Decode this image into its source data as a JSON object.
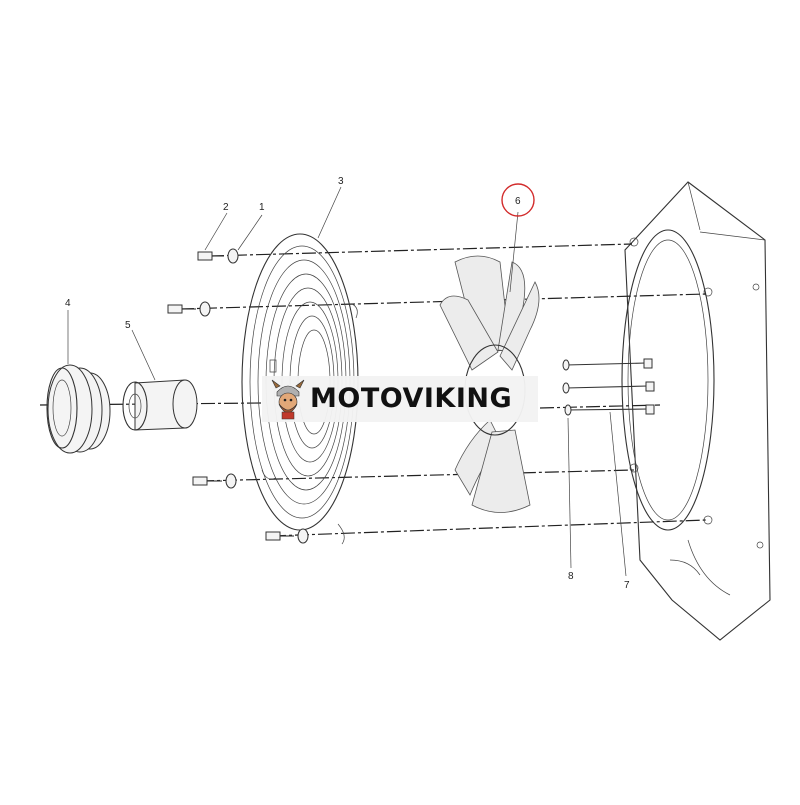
{
  "diagram": {
    "callouts": [
      {
        "id": "1",
        "label": "1",
        "part": "washer"
      },
      {
        "id": "2",
        "label": "2",
        "part": "bolt"
      },
      {
        "id": "3",
        "label": "3",
        "part": "fan guard"
      },
      {
        "id": "4",
        "label": "4",
        "part": "pulley"
      },
      {
        "id": "5",
        "label": "5",
        "part": "spacer"
      },
      {
        "id": "6",
        "label": "6",
        "part": "fan",
        "highlighted": true
      },
      {
        "id": "7",
        "label": "7",
        "part": "bolt"
      },
      {
        "id": "8",
        "label": "8",
        "part": "washer"
      }
    ],
    "highlight_color": "#d22b2b",
    "line_color": "#222222"
  },
  "watermark": {
    "text": "MOTOVIKING",
    "logo_icon": "viking-mascot-icon"
  }
}
